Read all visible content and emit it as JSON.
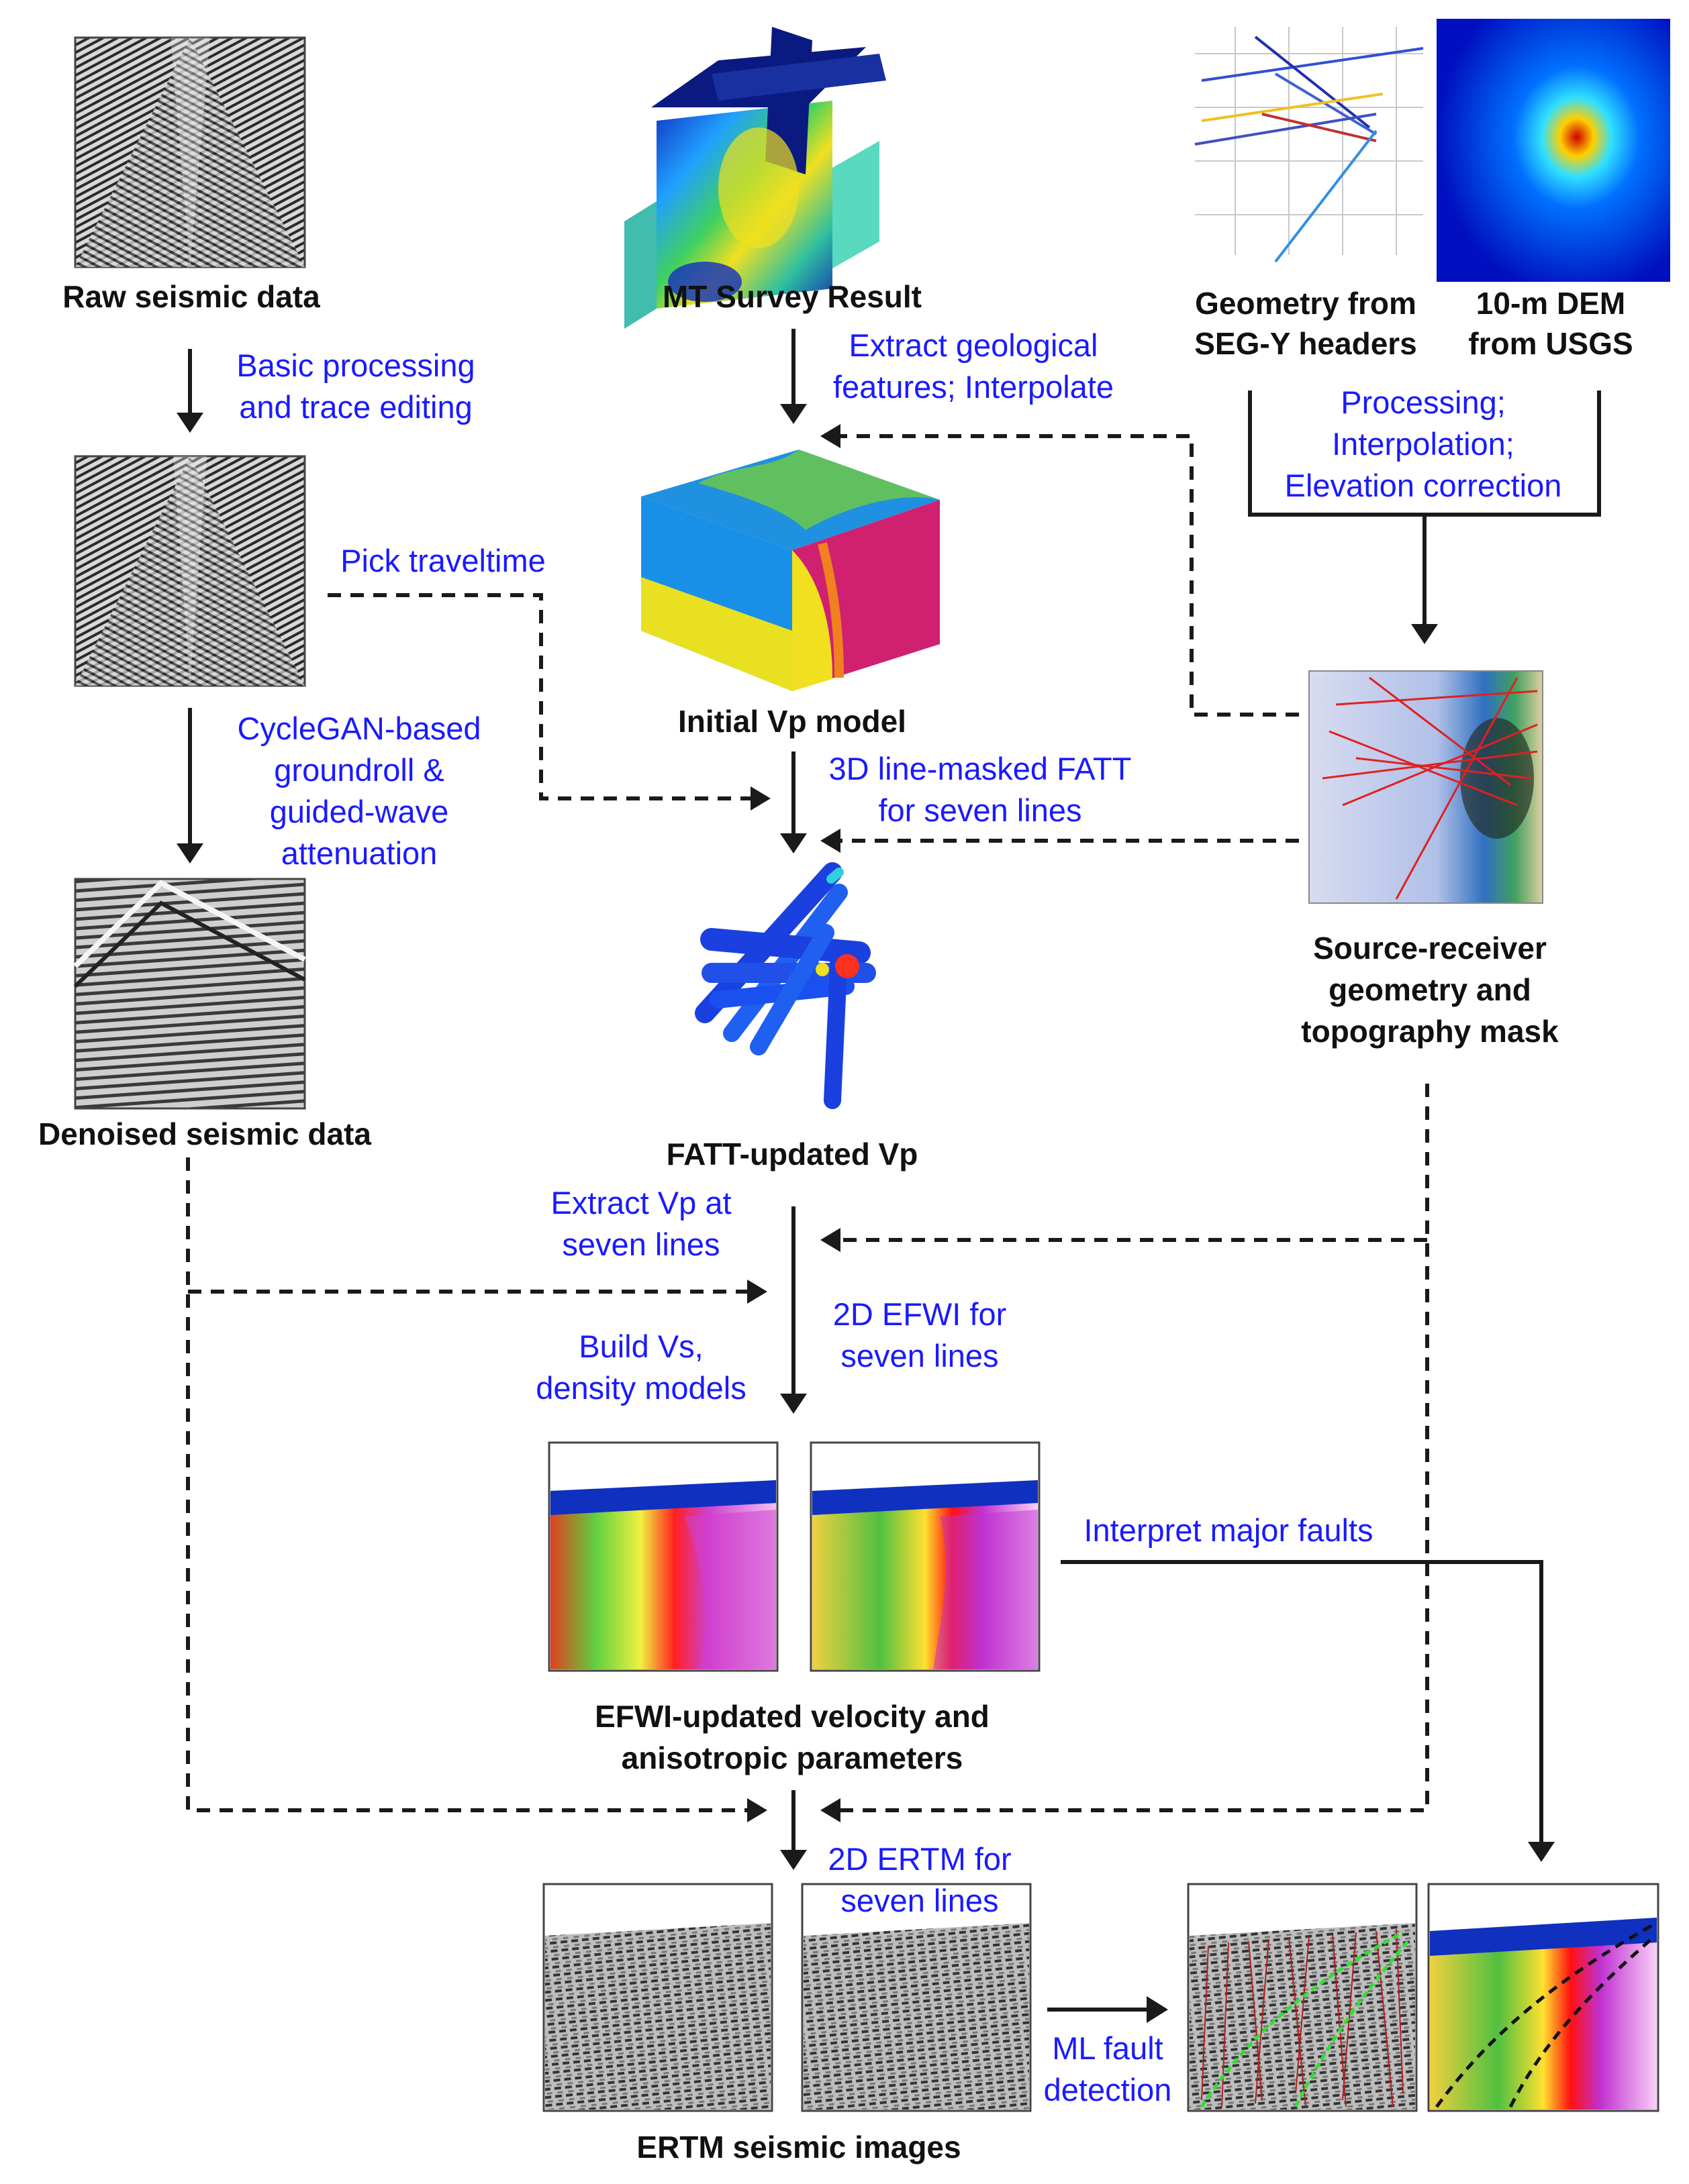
{
  "colors": {
    "text": "#111111",
    "note": "#1a1aff",
    "line": "#1a1a1a"
  },
  "labels": {
    "raw": "Raw seismic data",
    "mt": "MT Survey Result",
    "geom_line1": "Geometry from",
    "geom_line2": "SEG-Y headers",
    "dem_line1": "10-m DEM",
    "dem_line2": "from USGS",
    "initial": "Initial Vp model",
    "srg_line1": "Source-receiver",
    "srg_line2": "geometry and",
    "srg_line3": "topography mask",
    "denoised": "Denoised seismic data",
    "fatt": "FATT-updated Vp",
    "efwi_line1": "EFWI-updated velocity and",
    "efwi_line2": "anisotropic parameters",
    "ertm": "ERTM seismic images"
  },
  "notes": {
    "basic_1": "Basic processing",
    "basic_2": "and trace editing",
    "extract_geo_1": "Extract geological",
    "extract_geo_2": "features; Interpolate",
    "proc_1": "Processing;",
    "proc_2": "Interpolation;",
    "proc_3": "Elevation correction",
    "pick": "Pick traveltime",
    "cyclegan_1": "CycleGAN-based",
    "cyclegan_2": "groundroll &",
    "cyclegan_3": "guided-wave",
    "cyclegan_4": "attenuation",
    "fatt3d_1": "3D line-masked FATT",
    "fatt3d_2": "for seven lines",
    "extract_vp_1": "Extract Vp at",
    "extract_vp_2": "seven lines",
    "efwi2d_1": "2D EFWI for",
    "efwi2d_2": "seven lines",
    "build_1": "Build Vs,",
    "build_2": "density models",
    "interpret": "Interpret major faults",
    "ertm2d_1": "2D ERTM for",
    "ertm2d_2": "seven lines",
    "ml_1": "ML fault",
    "ml_2": "detection"
  }
}
